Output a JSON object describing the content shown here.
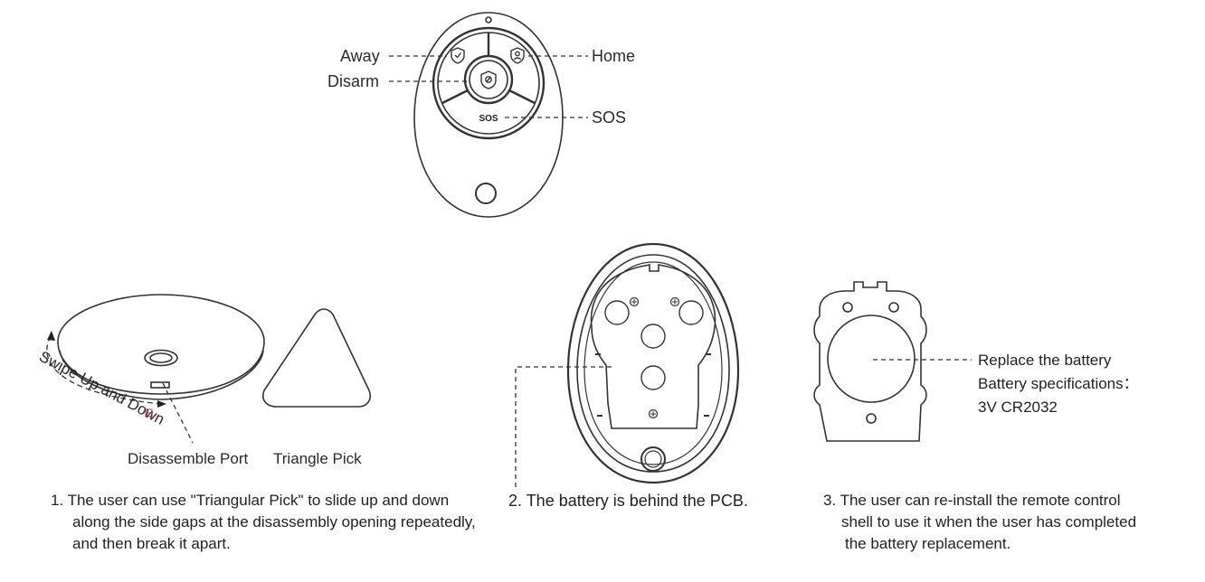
{
  "remote_labels": {
    "away": "Away",
    "disarm": "Disarm",
    "home": "Home",
    "sos": "SOS",
    "sos_button": "SOS"
  },
  "step1": {
    "swipe": "Swipe Up and Down",
    "port": "Disassemble Port",
    "pick": "Triangle Pick",
    "text_line1": "1. The user can use \"Triangular Pick\" to slide up and down",
    "text_line2": "along the side gaps at the disassembly opening repeatedly,",
    "text_line3": "and then break it apart."
  },
  "step2": {
    "text": "2. The battery is behind the PCB."
  },
  "step3": {
    "replace": "Replace the battery",
    "spec": "Battery specifications：",
    "spec_value": "3V CR2032",
    "text_line1": "3. The user can re-install the remote control",
    "text_line2": "shell to use it when the user has completed",
    "text_line3": "the battery replacement."
  }
}
